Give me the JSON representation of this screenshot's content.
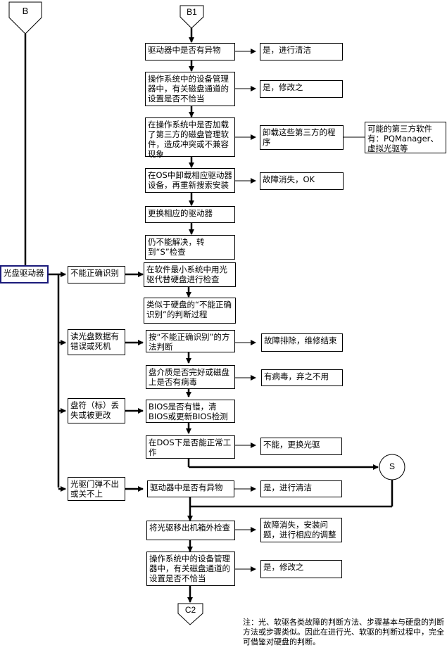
{
  "connectors": {
    "b": "B",
    "b1": "B1",
    "c2": "C2",
    "s": "S"
  },
  "root": {
    "label": "光盘驱动器"
  },
  "top_chain": [
    {
      "id": "t1",
      "text": "驱动器中是否有异物",
      "result": "是，进行清洁"
    },
    {
      "id": "t2",
      "text": "操作系统中的设备管理器中，有关磁盘通道的设置是否不恰当",
      "result": "是，修改之"
    },
    {
      "id": "t3",
      "text": "在操作系统中是否加载了第三方的磁盘管理软件，造成冲突或不兼容现象",
      "result": "卸载这些第三方的程序",
      "extra": "可能的第三方软件有：PQManager、虚拟光驱等"
    },
    {
      "id": "t4",
      "text": "在OS中卸载相应驱动器设备，再重新搜索安装",
      "result": "故障消失，OK"
    },
    {
      "id": "t5",
      "text": "更换相应的驱动器"
    },
    {
      "id": "t6",
      "text": "仍不能解决，转到“S”检查"
    }
  ],
  "symptoms": [
    {
      "id": "s1",
      "text": "不能正确识别"
    },
    {
      "id": "s2",
      "text": "读光盘数据有错误或死机"
    },
    {
      "id": "s3",
      "text": "盘符（标）丢失或被更改"
    },
    {
      "id": "s4",
      "text": "光驱门弹不出或关不上"
    }
  ],
  "steps": [
    {
      "id": "p1",
      "text": "在软件最小系统中用光驱代替硬盘进行检查"
    },
    {
      "id": "p2",
      "text": "类似于硬盘的“不能正确识别”的判断过程"
    },
    {
      "id": "p3",
      "text": "按“不能正确识别”的方法判断",
      "result": "故障排除，维修结束"
    },
    {
      "id": "p4",
      "text": "盘介质是否完好或磁盘上是否有病毒",
      "result": "有病毒，弃之不用"
    },
    {
      "id": "p5",
      "text": "BIOS是否有错，清BIOS或更新BIOS检测"
    },
    {
      "id": "p6",
      "text": "在DOS下是否能正常工作",
      "result": "不能，更换光驱"
    },
    {
      "id": "p7",
      "text": "驱动器中是否有异物",
      "result": "是，进行清洁"
    },
    {
      "id": "p8",
      "text": "将光驱移出机箱外检查",
      "result": "故障消失，安装问题，进行相应的调整"
    },
    {
      "id": "p9",
      "text": "操作系统中的设备管理器中，有关磁盘通道的设置是否不恰当",
      "result": "是，修改之"
    }
  ],
  "note": "注：光、软驱各类故障的判断方法、步骤基本与硬盘的判断方法或步骤类似。因此在进行光、软驱的判断过程中，完全可借鉴对硬盘的判断。"
}
